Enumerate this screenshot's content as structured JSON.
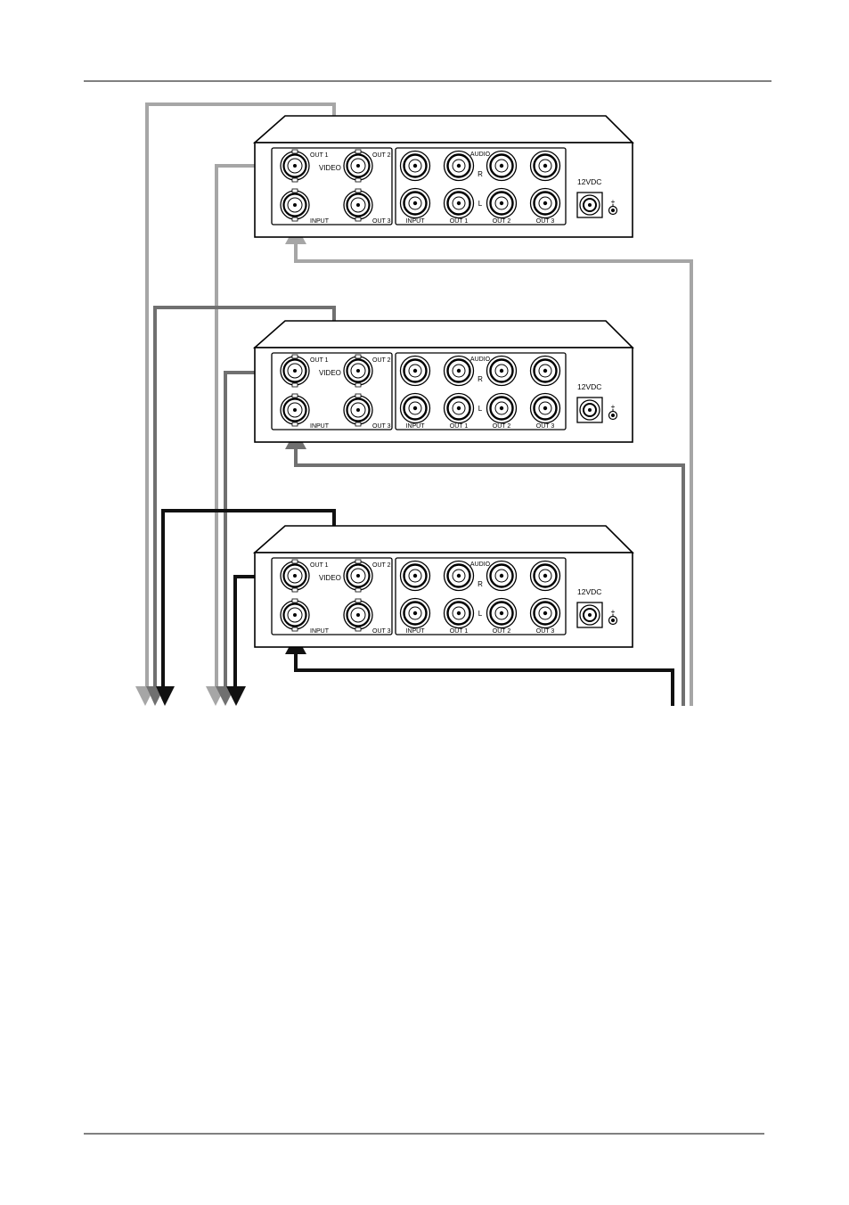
{
  "colors": {
    "cable_light": "#a6a6a6",
    "cable_mid": "#707070",
    "cable_dark": "#111111",
    "device_outline": "#000000"
  },
  "device": {
    "video_label": "VIDEO",
    "audio_label": "AUDIO",
    "r_label": "R",
    "l_label": "L",
    "power_label": "12VDC",
    "power_polarity": "+",
    "video_ports": {
      "out1": "OUT 1",
      "out2": "OUT 2",
      "input": "INPUT",
      "out3": "OUT 3"
    },
    "audio_ports": [
      "INPUT",
      "OUT 1",
      "OUT 2",
      "OUT 3"
    ]
  },
  "units": [
    {
      "id": "top",
      "cable_color": "cable_light"
    },
    {
      "id": "middle",
      "cable_color": "cable_mid"
    },
    {
      "id": "bottom",
      "cable_color": "cable_dark"
    }
  ]
}
